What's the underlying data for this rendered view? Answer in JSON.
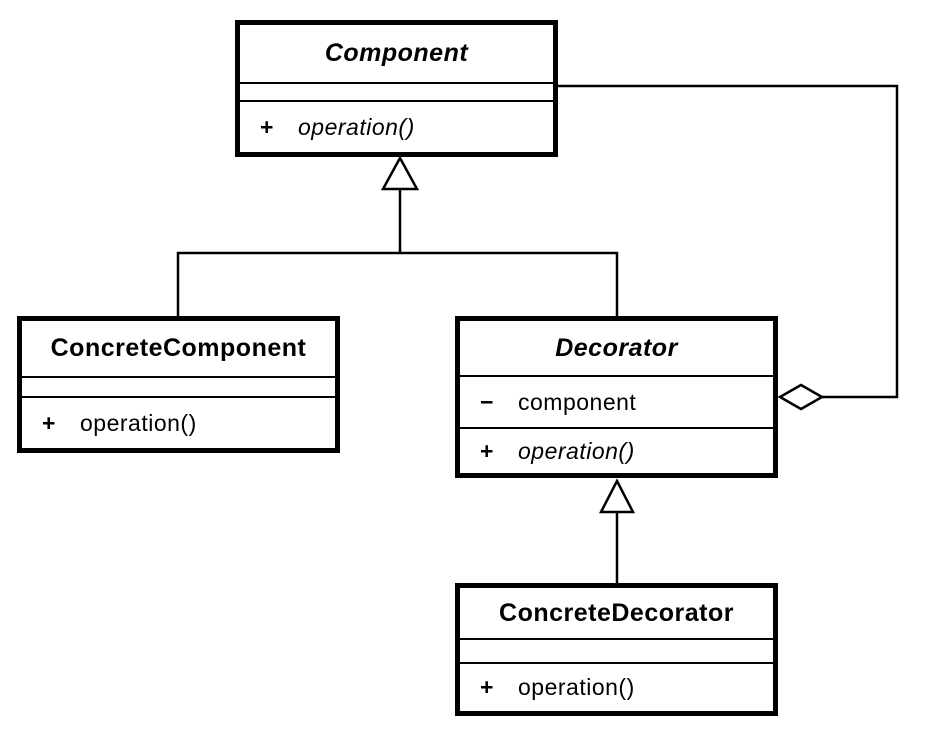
{
  "diagram": {
    "kind": "uml-class-diagram",
    "pattern": "Decorator",
    "colors": {
      "line": "#000000",
      "background": "#ffffff",
      "box_fill": "#ffffff"
    },
    "classes": [
      {
        "id": "component",
        "name": "Component",
        "abstract": true,
        "attributes": [],
        "operations": [
          {
            "visibility": "+",
            "signature": "operation()",
            "abstract": true
          }
        ]
      },
      {
        "id": "concrete-component",
        "name": "ConcreteComponent",
        "abstract": false,
        "attributes": [],
        "operations": [
          {
            "visibility": "+",
            "signature": "operation()",
            "abstract": false
          }
        ]
      },
      {
        "id": "decorator",
        "name": "Decorator",
        "abstract": true,
        "attributes": [
          {
            "visibility": "−",
            "name": "component"
          }
        ],
        "operations": [
          {
            "visibility": "+",
            "signature": "operation()",
            "abstract": true
          }
        ]
      },
      {
        "id": "concrete-decorator",
        "name": "ConcreteDecorator",
        "abstract": false,
        "attributes": [],
        "operations": [
          {
            "visibility": "+",
            "signature": "operation()",
            "abstract": false
          }
        ]
      }
    ],
    "relationships": [
      {
        "type": "generalization",
        "from": "ConcreteComponent",
        "to": "Component"
      },
      {
        "type": "generalization",
        "from": "Decorator",
        "to": "Component"
      },
      {
        "type": "generalization",
        "from": "ConcreteDecorator",
        "to": "Decorator"
      },
      {
        "type": "aggregation",
        "from": "Decorator",
        "to": "Component"
      }
    ]
  }
}
